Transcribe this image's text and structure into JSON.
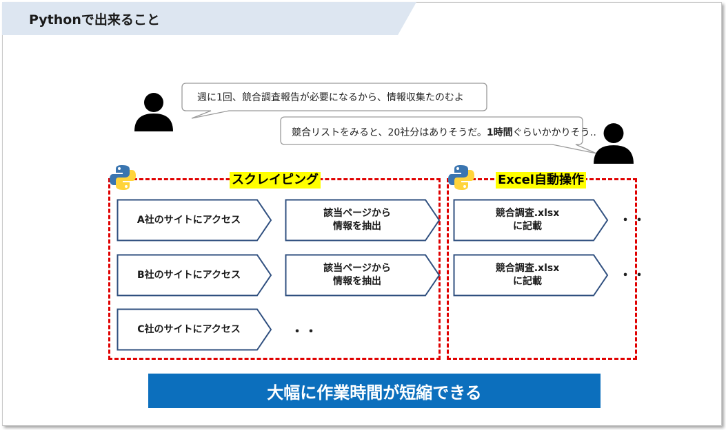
{
  "header": {
    "title": "Pythonで出来ること"
  },
  "dialogue": {
    "bubble1": "週に1回、競合調査報告が必要になるから、情報収集たのむよ",
    "bubble2_pre": "競合リストをみると、20社分はありそうだ。",
    "bubble2_bold": "1時間",
    "bubble2_post": "ぐらいかかりそう‥"
  },
  "groups": {
    "scraping_label": "スクレイピング",
    "excel_label": "Excel自動操作"
  },
  "scraping": {
    "rowA_access": "A社のサイトにアクセス",
    "rowA_extract_line1": "該当ページから",
    "rowA_extract_line2": "情報を抽出",
    "rowB_access": "B社のサイトにアクセス",
    "rowB_extract_line1": "該当ページから",
    "rowB_extract_line2": "情報を抽出",
    "rowC_access": "C社のサイトにアクセス",
    "rowC_more": "・・"
  },
  "excel": {
    "row1_line1": "競合調査.xlsx",
    "row1_line2": "に記載",
    "row1_more": "・・",
    "row2_line1": "競合調査.xlsx",
    "row2_line2": "に記載",
    "row2_more": "・・"
  },
  "banner": {
    "text": "大幅に作業時間が短縮できる"
  },
  "colors": {
    "header_band": "#dde6f1",
    "dashed_border": "#e00000",
    "label_highlight": "#ffff00",
    "chevron_border": "#2f4f7f",
    "banner_bg": "#0c6fbd",
    "person": "#000000",
    "python_blue": "#3a75b0",
    "python_yellow": "#ffd43b"
  }
}
